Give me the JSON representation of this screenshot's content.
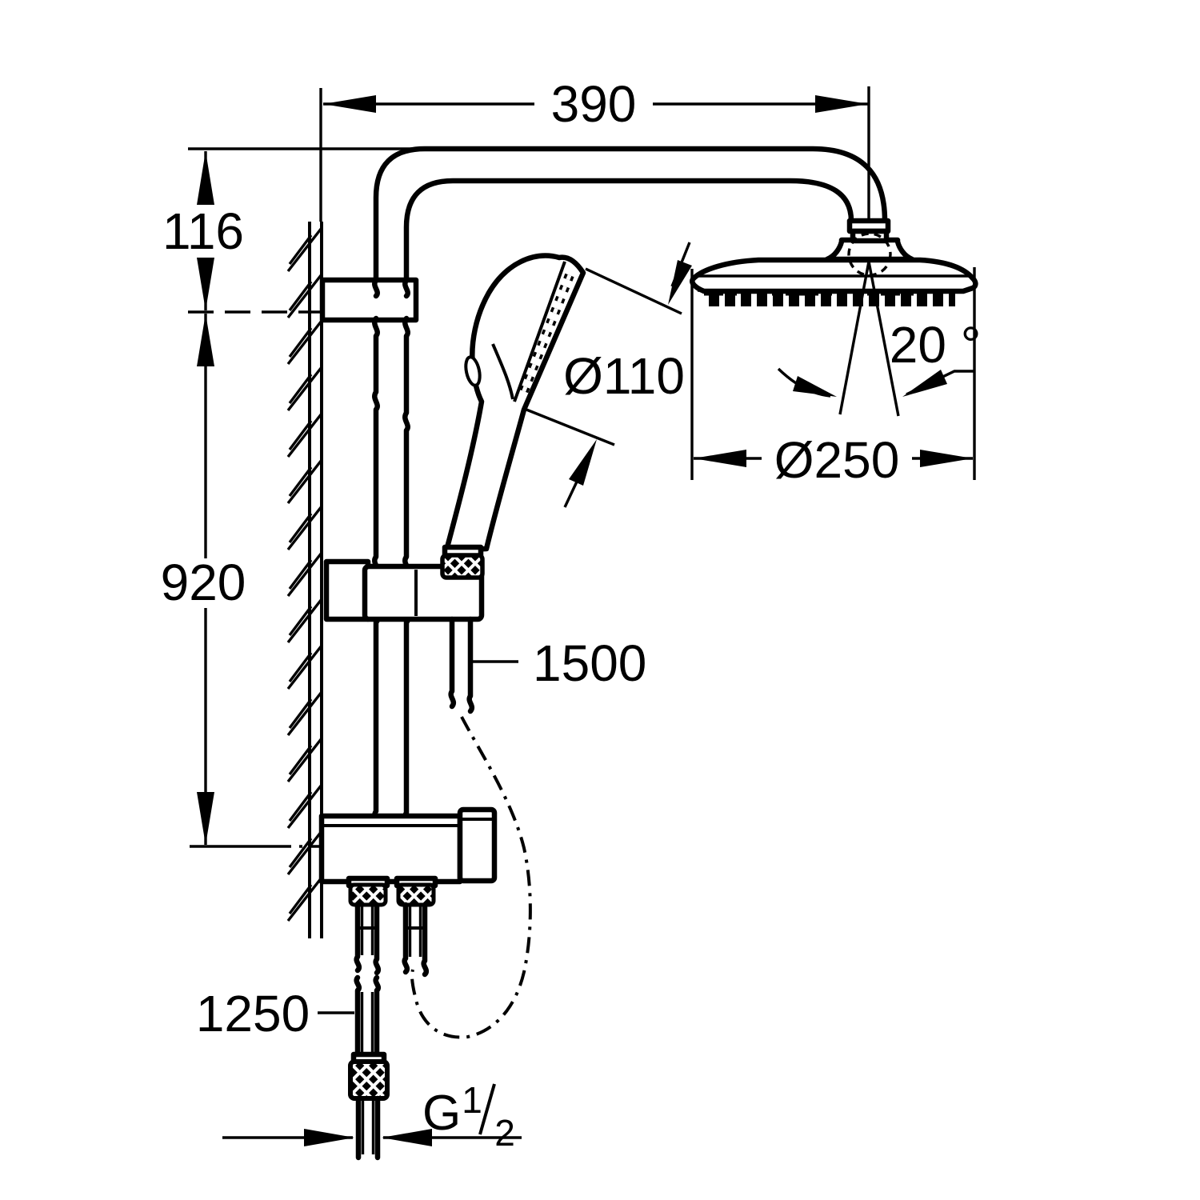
{
  "drawing": {
    "type": "technical-dimension-diagram",
    "subject": "wall-mounted shower system with head shower, hand shower, slide rail and hoses",
    "units": "mm",
    "colors": {
      "line": "#000000",
      "background": "#ffffff"
    }
  },
  "dimensions": {
    "arm_projection": "390",
    "top_offset": "116",
    "rail_length": "920",
    "hand_shower_hose": "1500",
    "supply_hose": "1250",
    "hand_shower_diameter": "Ø110",
    "head_shower_diameter": "Ø250",
    "head_swivel_angle": "20 °",
    "thread_letter": "G",
    "thread_numerator": "1",
    "thread_denominator": "2"
  }
}
